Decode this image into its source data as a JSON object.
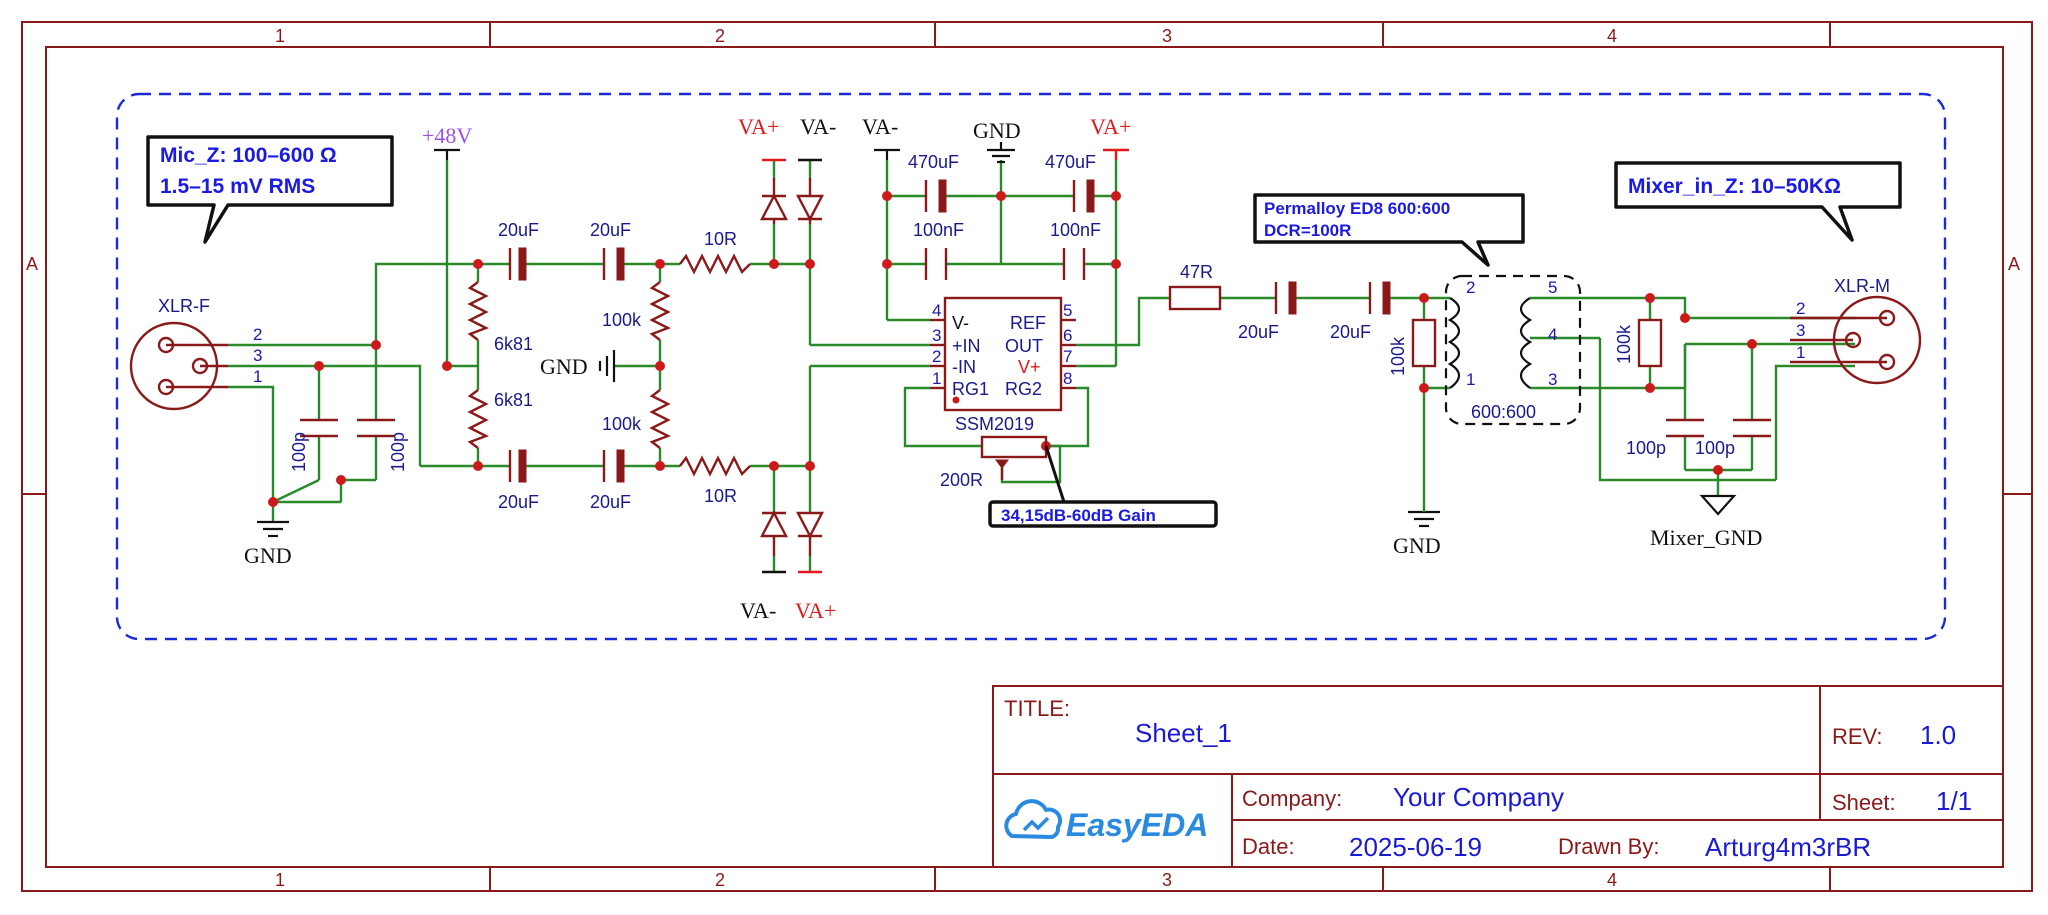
{
  "border": {
    "columns": [
      "1",
      "2",
      "3",
      "4"
    ],
    "rows": [
      "A"
    ]
  },
  "notes": {
    "mic_z": {
      "line1": "Mic_Z: 100–600 Ω",
      "line2": "1.5–15 mV RMS"
    },
    "mixer_z": "Mixer_in_Z: 10–50KΩ",
    "transformer": {
      "line1": "Permalloy ED8 600:600",
      "line2": "DCR=100R"
    },
    "gain": "34,15dB-60dB Gain"
  },
  "components": {
    "xlr_f": {
      "ref": "XLR-F",
      "pins": [
        "2",
        "3",
        "1"
      ]
    },
    "xlr_m": {
      "ref": "XLR-M",
      "pins": [
        "2",
        "3",
        "1"
      ]
    },
    "phantom": "+48V",
    "c_input": [
      "20uF",
      "20uF",
      "20uF",
      "20uF"
    ],
    "r_bias": [
      "6k81",
      "6k81"
    ],
    "r_gnd": [
      "100k",
      "100k"
    ],
    "r_series": [
      "10R",
      "10R"
    ],
    "c_filter_in": [
      "100p",
      "100p"
    ],
    "c_bulk": [
      "470uF",
      "470uF"
    ],
    "c_decouple": [
      "100nF",
      "100nF"
    ],
    "ic": {
      "ref": "SSM2019",
      "left_pins": [
        "V-",
        "+IN",
        "-IN",
        "RG1"
      ],
      "right_pins": [
        "REF",
        "OUT",
        "V+",
        "RG2"
      ],
      "left_nums": [
        "4",
        "3",
        "2",
        "1"
      ],
      "right_nums": [
        "5",
        "6",
        "7",
        "8"
      ]
    },
    "pot": "200R",
    "r_out": "47R",
    "c_out": [
      "20uF",
      "20uF"
    ],
    "r_term": [
      "100k",
      "100k"
    ],
    "transformer": {
      "ratio": "600:600",
      "pins": [
        "2",
        "1",
        "5",
        "4",
        "3"
      ]
    },
    "c_filter_out": [
      "100p",
      "100p"
    ]
  },
  "nets": {
    "gnd": "GND",
    "mixer_gnd": "Mixer_GND",
    "va_pos": "VA+",
    "va_neg": "VA-"
  },
  "title_block": {
    "title_label": "TITLE:",
    "title": "Sheet_1",
    "rev_label": "REV:",
    "rev": "1.0",
    "company_label": "Company:",
    "company": "Your Company",
    "sheet_label": "Sheet:",
    "sheet": "1/1",
    "date_label": "Date:",
    "date": "2025-06-19",
    "drawn_label": "Drawn By:",
    "drawn": "Arturg4m3rBR",
    "logo": "EasyEDA"
  },
  "colors": {
    "frame": "#8a1a1a",
    "wire": "#2a8a2a",
    "junction": "#cc1a1a",
    "pin_text": "#1a1aaa",
    "note_text": "#1a1ae0",
    "phantom": "#a050e0",
    "va_pos": "#e01a1a"
  }
}
